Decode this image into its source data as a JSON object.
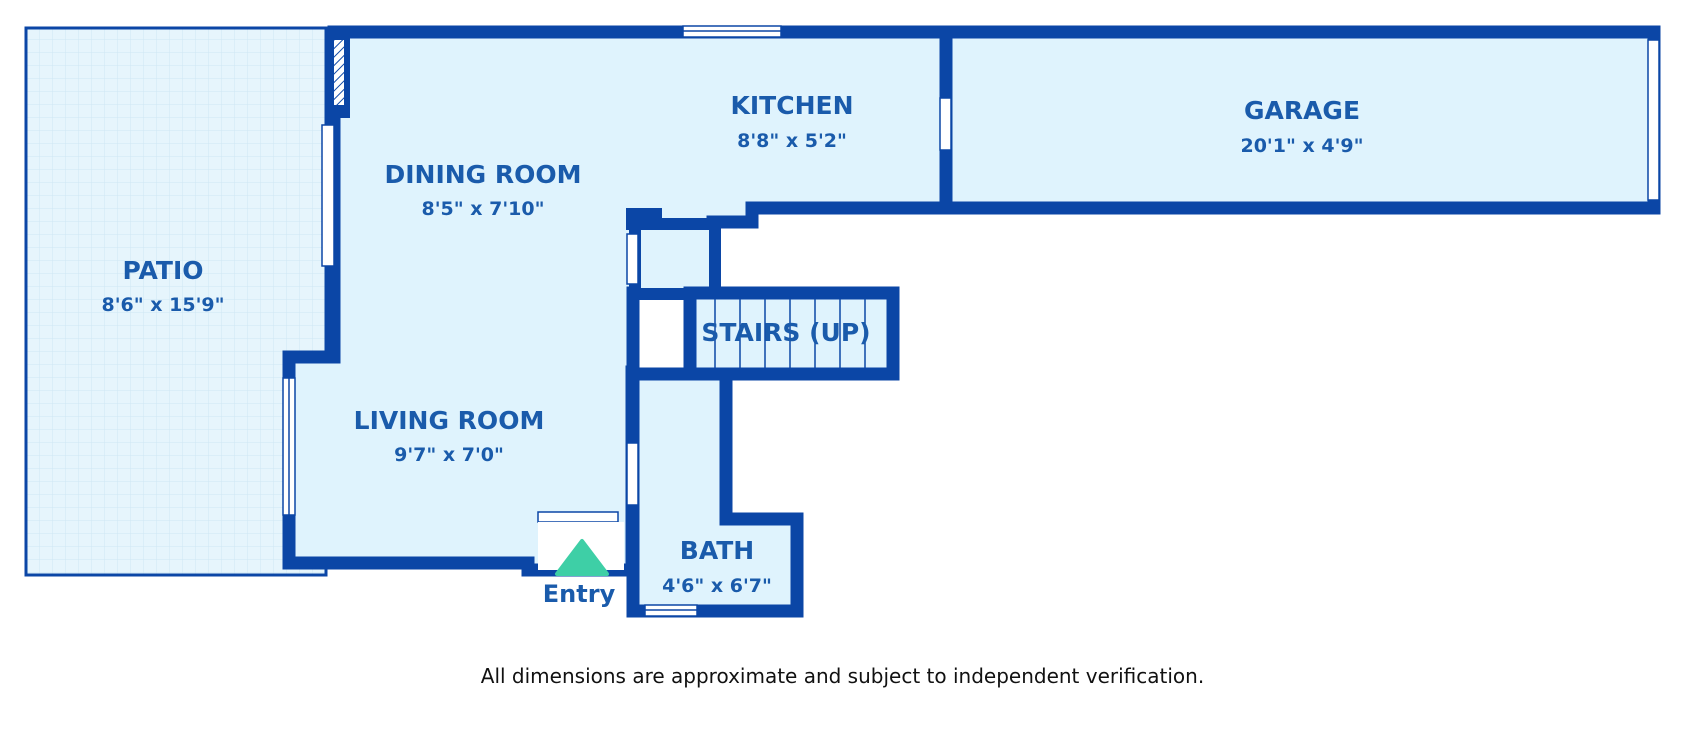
{
  "colors": {
    "wall": "#0b46a6",
    "room_fill": "#dff3fd",
    "patio_fill": "#e6f5fc",
    "window": "#ffffff",
    "text": "#1a5bab",
    "entry_marker": "#3ecfa6"
  },
  "rooms": {
    "patio": {
      "name": "PATIO",
      "dims": "8'6\" x 15'9\""
    },
    "dining": {
      "name": "DINING ROOM",
      "dims": "8'5\" x 7'10\""
    },
    "kitchen": {
      "name": "KITCHEN",
      "dims": "8'8\" x 5'2\""
    },
    "garage": {
      "name": "GARAGE",
      "dims": "20'1\" x 4'9\""
    },
    "stairs": {
      "name": "STAIRS (UP)"
    },
    "living": {
      "name": "LIVING ROOM",
      "dims": "9'7\" x 7'0\""
    },
    "bath": {
      "name": "BATH",
      "dims": "4'6\" x 6'7\""
    }
  },
  "entry": {
    "label": "Entry",
    "icon": "entry-arrow-icon"
  },
  "disclaimer": "All dimensions are approximate and subject to independent verification."
}
